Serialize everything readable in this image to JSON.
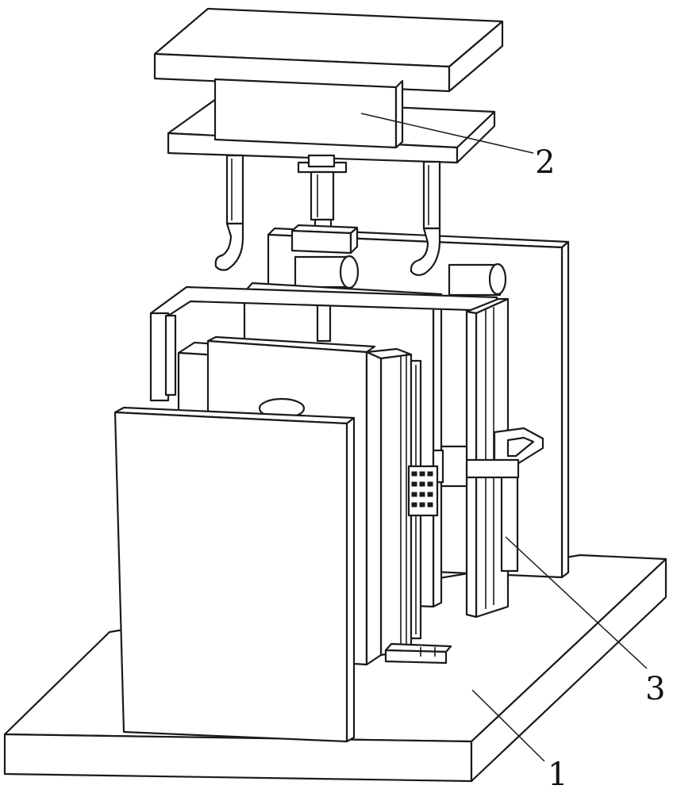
{
  "callouts": {
    "part_1": "1",
    "part_2": "2",
    "part_3": "3"
  },
  "colors": {
    "line": "#1a1a1a",
    "fill": "#ffffff"
  }
}
